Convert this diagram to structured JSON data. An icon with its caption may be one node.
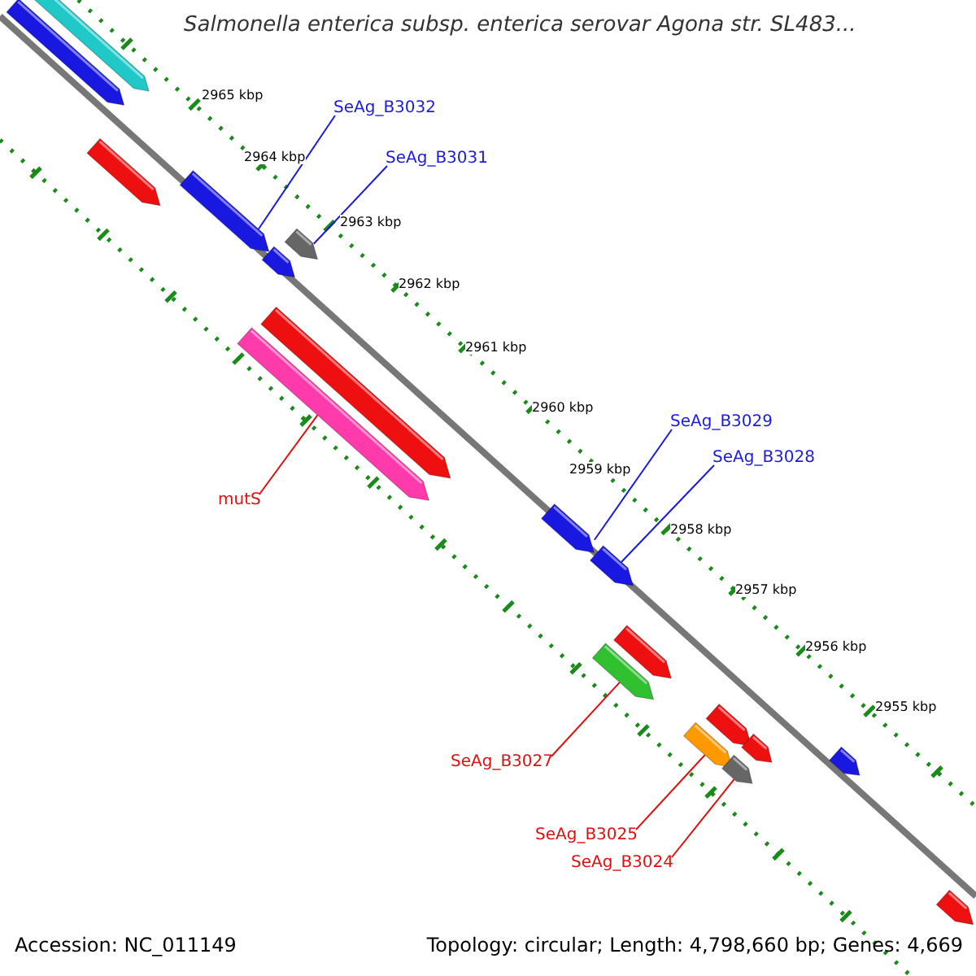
{
  "diagram": {
    "title": "Salmonella enterica subsp. enterica serovar Agona str. SL483...",
    "nodes": [
      {
        "text": [
          "SeAg_B3032"
        ]
      },
      {
        "text": [],
        "shape": "bar"
      },
      {
        "text": [
          "SeAg_B3031"
        ]
      },
      {
        "text": [],
        "shape": "bar"
      },
      {
        "text": [
          "SeAg_B3029"
        ]
      },
      {
        "text": [],
        "shape": "bar"
      },
      {
        "text": [
          "SeAg_B3028"
        ]
      },
      {
        "text": [],
        "shape": "bar"
      },
      {
        "text": [
          "mutS"
        ]
      },
      {
        "text": [],
        "shape": "bar"
      },
      {
        "text": [
          "SeAg_B3027"
        ]
      },
      {
        "text": [],
        "shape": "bar"
      },
      {
        "text": [
          "SeAg_B3025"
        ]
      },
      {
        "text": [],
        "shape": "bar"
      },
      {
        "text": [
          "SeAg_B3024"
        ]
      },
      {
        "text": [],
        "shape": "bar"
      }
    ],
    "edges": [
      {
        "from": 0,
        "to": 1,
        "arrow": "none",
        "color": "#1a1ae0"
      },
      {
        "from": 2,
        "to": 3,
        "arrow": "none",
        "color": "#1a1ae0"
      },
      {
        "from": 4,
        "to": 5,
        "arrow": "none",
        "color": "#1a1ae0"
      },
      {
        "from": 6,
        "to": 7,
        "arrow": "none",
        "color": "#1a1ae0"
      },
      {
        "from": 8,
        "to": 9,
        "arrow": "none",
        "color": "#e01010"
      },
      {
        "from": 10,
        "to": 11,
        "arrow": "none",
        "color": "#e01010"
      },
      {
        "from": 12,
        "to": 13,
        "arrow": "none",
        "color": "#e01010"
      },
      {
        "from": 14,
        "to": 15,
        "arrow": "none",
        "color": "#e01010"
      }
    ],
    "labels": [
      "2965 kbp",
      "2964 kbp",
      "2963 kbp",
      "2962 kbp",
      "2961 kbp",
      "2960 kbp",
      "2959 kbp",
      "2958 kbp",
      "2957 kbp",
      "2956 kbp",
      "2955 kbp",
      "Accession: NC_011149",
      "Topology: circular; Length: 4,798,660 bp; Genes: 4,669"
    ]
  }
}
